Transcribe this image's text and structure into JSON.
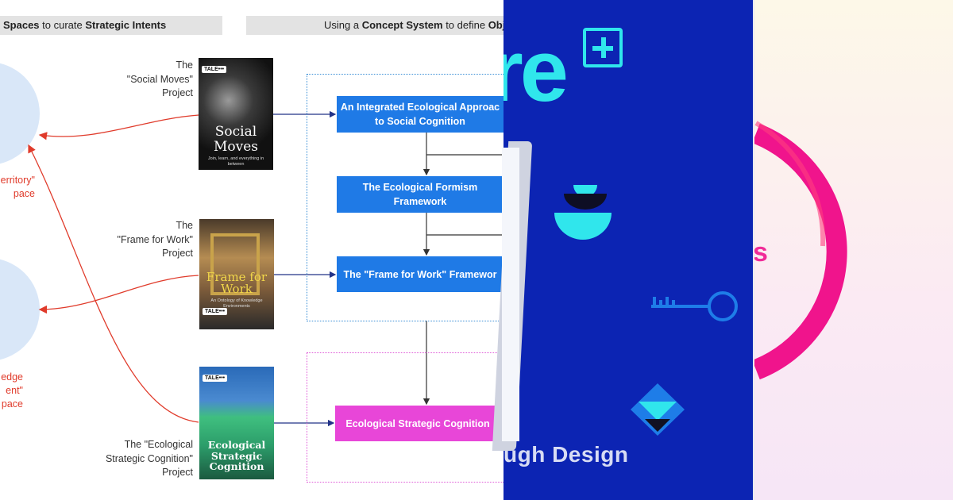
{
  "left_panel": {
    "header_left": {
      "prefix": "Spaces",
      "middle": " to curate ",
      "suffix": "Strategic Intents"
    },
    "header_right": {
      "prefix": "Using a ",
      "bold": "Concept System",
      "middle": " to define ",
      "suffix": "Obj"
    },
    "space_labels": [
      {
        "line1": "erritory\"",
        "line2": "pace"
      },
      {
        "line1": "edge",
        "line2": "ent\"",
        "line3": "pace"
      }
    ],
    "projects": [
      {
        "label": "The\n\"Social Moves\"\nProject",
        "cover_title_1": "Social",
        "cover_title_2": "Moves",
        "cover_sub": "Join, learn, and everything in between"
      },
      {
        "label": "The\n\"Frame for Work\"\nProject",
        "cover_title_1": "Frame for",
        "cover_title_2": "Work",
        "cover_sub": "An Ontology of Knowledge Environments"
      },
      {
        "label": "The \"Ecological\nStrategic Cognition\"\nProject",
        "cover_title_1": "Ecological",
        "cover_title_2": "Strategic",
        "cover_title_3": "Cognition"
      }
    ],
    "brand": "TALE•••",
    "concepts": [
      {
        "text": "An Integrated Ecological Approac\nto Social Cognition"
      },
      {
        "text": "The Ecological Formism\nFramework"
      },
      {
        "text": "The \"Frame for Work\" Framewor"
      }
    ],
    "strategic_concept": "Ecological Strategic Cognition",
    "colors": {
      "concept_blue": "#1f7ae6",
      "strategic_pink": "#e846d8",
      "arrow_red": "#e03b2b",
      "space_circle": "#d9e7f8"
    }
  },
  "middle_panel": {
    "big_letters": "re",
    "caption": "ugh Design",
    "colors": {
      "background": "#0c24b3",
      "accent": "#30e6ec"
    },
    "icons": [
      "plus-icon",
      "half-circle-icon",
      "key-icon",
      "diamond-logo-icon"
    ]
  },
  "right_panel": {
    "partial_text": "s",
    "colors": {
      "ring": "#f0148c",
      "text": "#f02b98"
    }
  }
}
